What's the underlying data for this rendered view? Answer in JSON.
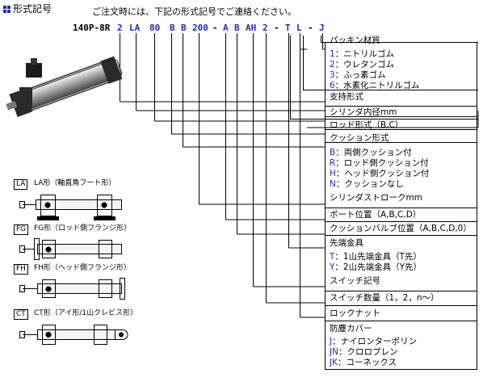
{
  "header": {
    "section_title": "形式記号",
    "instruction": "ご注文時には、下記の形式記号でご連絡ください。"
  },
  "model_code": {
    "segments": [
      "140P-8R",
      "2",
      "LA",
      "80",
      "B",
      "B",
      "200",
      "-",
      "A",
      "B",
      "AH",
      "2",
      "-",
      "T",
      "L",
      "-",
      "J"
    ]
  },
  "legend": [
    {
      "label": "パッキン材質"
    },
    {
      "code": "1",
      "label": "：ニトリルゴム"
    },
    {
      "code": "2",
      "label": "：ウレタンゴム"
    },
    {
      "code": "3",
      "label": "：ふっ素ゴム"
    },
    {
      "code": "6",
      "label": "：水素化ニトリルゴム"
    },
    {
      "label": "支持形式"
    },
    {
      "label": "シリンダ内径mm"
    },
    {
      "label": "ロッド形式（B,C）"
    },
    {
      "label": "クッション形式"
    },
    {
      "code": "B",
      "label": "：両側クッション付"
    },
    {
      "code": "R",
      "label": "：ロッド側クッション付"
    },
    {
      "code": "H",
      "label": "：ヘッド側クッション付"
    },
    {
      "code": "N",
      "label": "：クッションなし"
    },
    {
      "label": "シリンダストロークmm"
    },
    {
      "label": "ポート位置（A,B,C,D）"
    },
    {
      "label": "クッションバルブ位置（A,B,C,D,0）"
    },
    {
      "label": "先端金具"
    },
    {
      "code": "T",
      "label": "：1山先端金具（T先）"
    },
    {
      "code": "Y",
      "label": "：2山先端金具（Y先）"
    },
    {
      "label": "スイッチ記号"
    },
    {
      "label": "スイッチ数量（1，2，n〜）"
    },
    {
      "label": "ロックナット"
    },
    {
      "label": "防塵カバー"
    },
    {
      "code": "J",
      "label": "：ナイロンターポリン"
    },
    {
      "code": "JN",
      "label": "：クロロプレン"
    },
    {
      "code": "JK",
      "label": "：コーネックス"
    }
  ],
  "mount_types": [
    {
      "code": "LA",
      "label": "LA形（軸直角フート形）"
    },
    {
      "code": "FG",
      "label": "FG形（ロッド側フランジ形）"
    },
    {
      "code": "FH",
      "label": "FH形（ヘッド側フランジ形）"
    },
    {
      "code": "CT",
      "label": "CT形（アイ形/1山クレビス形）"
    }
  ],
  "colors": {
    "code_text": "#1a2ccf",
    "line": "#000000",
    "title_square": "#1a2ccf"
  },
  "icons": {
    "section_marker": "square-grid-icon",
    "product": "hydraulic-cylinder-photo"
  }
}
